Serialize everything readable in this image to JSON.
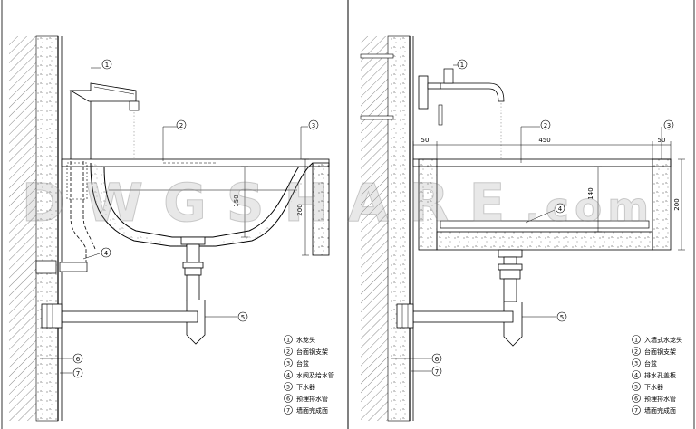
{
  "left_detail": {
    "dimensions": {
      "height_200": "200",
      "depth_150": "150"
    },
    "legend": [
      {
        "num": "1",
        "text": "水龙头"
      },
      {
        "num": "2",
        "text": "台面钢支架"
      },
      {
        "num": "3",
        "text": "台盆"
      },
      {
        "num": "4",
        "text": "水阀及给水管"
      },
      {
        "num": "5",
        "text": "下水器"
      },
      {
        "num": "6",
        "text": "预埋排水管"
      },
      {
        "num": "7",
        "text": "墙面完成面"
      }
    ]
  },
  "right_detail": {
    "dimensions": {
      "left_50": "50",
      "width_450": "450",
      "right_50": "50",
      "depth_140": "140",
      "height_200": "200"
    },
    "legend": [
      {
        "num": "1",
        "text": "入墙式水龙头"
      },
      {
        "num": "2",
        "text": "台面钢支架"
      },
      {
        "num": "3",
        "text": "台盆"
      },
      {
        "num": "4",
        "text": "排水孔盖板"
      },
      {
        "num": "5",
        "text": "下水器"
      },
      {
        "num": "6",
        "text": "预埋排水管"
      },
      {
        "num": "7",
        "text": "墙面完成面"
      }
    ]
  },
  "watermark": {
    "main": "DWGSHARE",
    "suffix": ".com"
  }
}
